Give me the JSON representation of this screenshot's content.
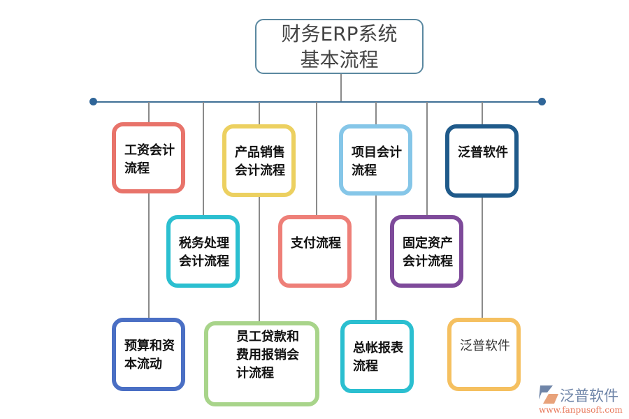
{
  "title": {
    "line1": "财务ERP系统",
    "line2": "基本流程"
  },
  "boxes": [
    {
      "label": "工资会计流程",
      "color": "#e8736a"
    },
    {
      "label": "产品销售会计流程",
      "color": "#ecd060"
    },
    {
      "label": "项目会计流程",
      "color": "#85c6e8"
    },
    {
      "label": "泛普软件",
      "color": "#1f5a8a"
    },
    {
      "label": "税务处理会计流程",
      "color": "#2bbfd0"
    },
    {
      "label": "支付流程",
      "color": "#ee7f78"
    },
    {
      "label": "固定资产会计流程",
      "color": "#7e4a9a"
    },
    {
      "label": "预算和资本流动",
      "color": "#4a6fc4"
    },
    {
      "label": "员工贷款和费用报销会计流程",
      "color": "#a8d48a"
    },
    {
      "label": "总帐报表流程",
      "color": "#2bbfd0"
    },
    {
      "label": "泛普软件",
      "color": "#f5c060"
    }
  ],
  "watermark": {
    "brand": "泛普软件",
    "url": "www.fanpusoft.com"
  }
}
